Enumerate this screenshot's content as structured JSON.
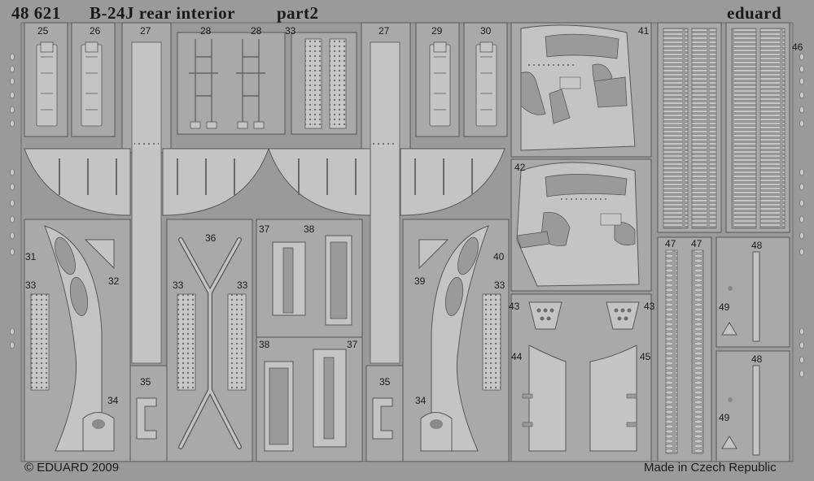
{
  "header": {
    "set_number": "48 621",
    "title": "B-24J rear interior",
    "part": "part2",
    "brand": "eduard"
  },
  "footer": {
    "copyright": "© EDUARD 2009",
    "origin": "Made in Czech Republic"
  },
  "part_labels": {
    "p25": "25",
    "p26": "26",
    "p27a": "27",
    "p28a": "28",
    "p28b": "28",
    "p33a": "33",
    "p27b": "27",
    "p29": "29",
    "p30": "30",
    "p41": "41",
    "p46": "46",
    "p42": "42",
    "p31": "31",
    "p32": "32",
    "p33b": "33",
    "p36": "36",
    "p33c": "33",
    "p33d": "33",
    "p37a": "37",
    "p38a": "38",
    "p38b": "38",
    "p37b": "37",
    "p40": "40",
    "p39": "39",
    "p33e": "33",
    "p35a": "35",
    "p35b": "35",
    "p34a": "34",
    "p34b": "34",
    "p43a": "43",
    "p43b": "43",
    "p44": "44",
    "p45": "45",
    "p47a": "47",
    "p47b": "47",
    "p48a": "48",
    "p49a": "49",
    "p48b": "48",
    "p49b": "49"
  },
  "colors": {
    "fret_background": "#9a9a9a",
    "part_metal": "#c4c4c4",
    "panel_gray": "#a9a9a9",
    "outline": "#585858",
    "text": "#1a1a1a"
  }
}
